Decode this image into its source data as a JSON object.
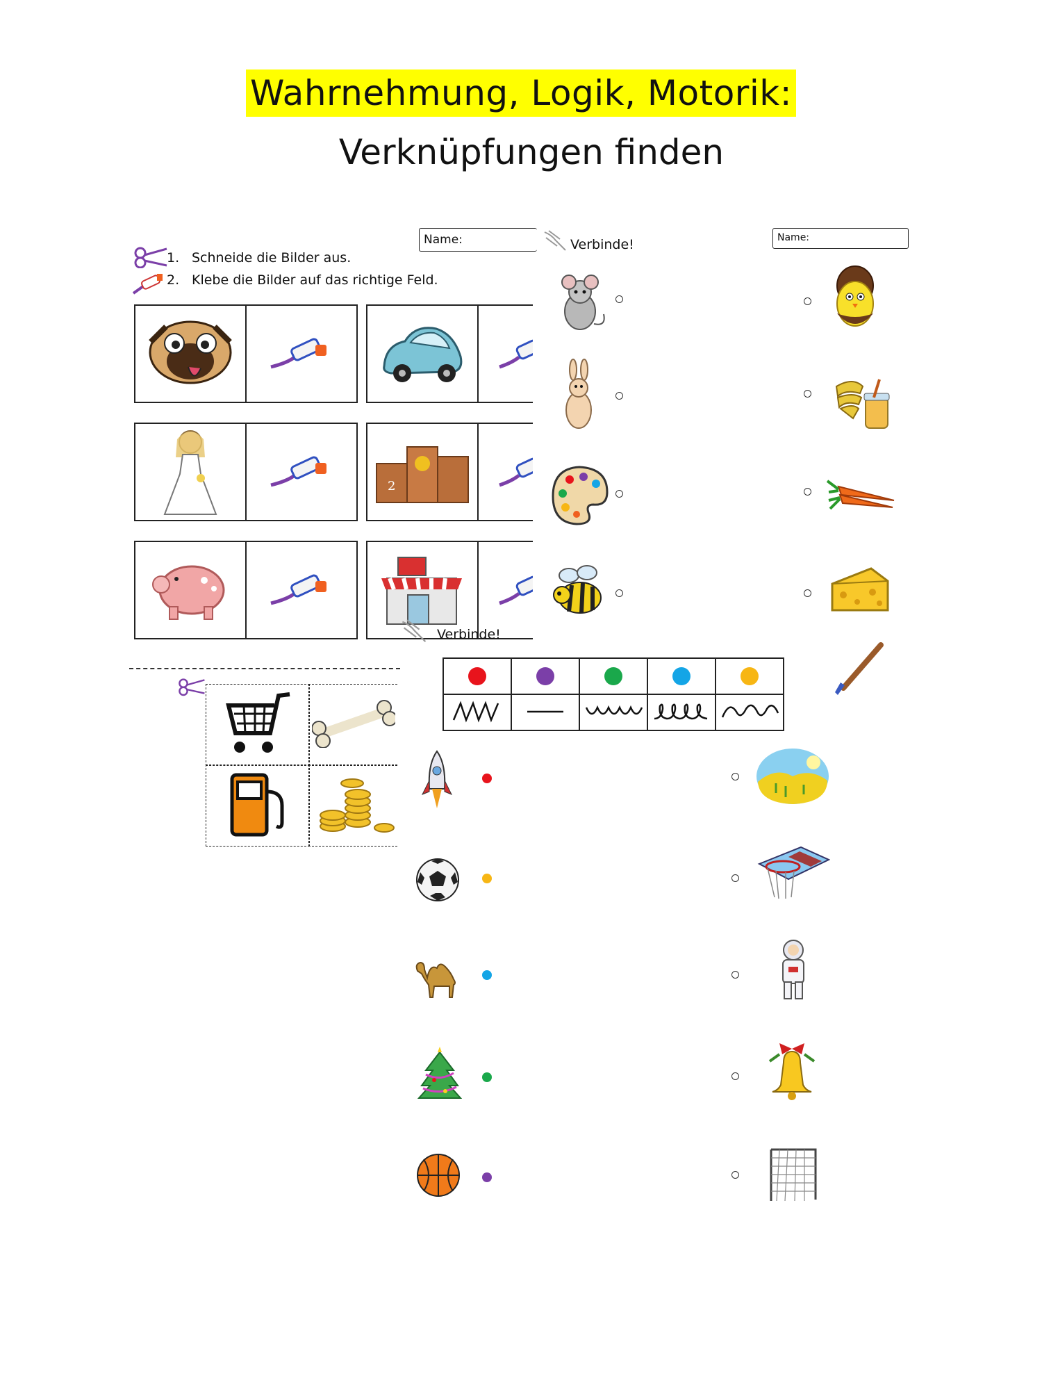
{
  "title": {
    "line1": "Wahrnehmung, Logik, Motorik:",
    "line2": "Verknüpfungen finden"
  },
  "worksheet_cut": {
    "name_label": "Name:",
    "step1_num": "1.",
    "step1": "Schneide die Bilder aus.",
    "step2_num": "2.",
    "step2": "Klebe die Bilder auf das richtige Feld.",
    "rows": [
      [
        "pug-dog-icon",
        "glue-tube-icon",
        "car-icon",
        "glue-tube-icon"
      ],
      [
        "bride-icon",
        "glue-tube-icon",
        "podium-icon",
        "glue-tube-icon"
      ],
      [
        "piggy-bank-icon",
        "glue-tube-icon",
        "shop-icon",
        "glue-tube-icon"
      ]
    ],
    "cutouts": [
      "shopping-cart-icon",
      "bone-icon",
      "fuel-pump-icon",
      "coins-icon"
    ]
  },
  "worksheet_match_animals": {
    "heading": "Verbinde!",
    "name_label": "Name:",
    "left": [
      "mouse-icon",
      "rabbit-icon",
      "palette-icon",
      "bee-icon"
    ],
    "right": [
      "chick-icon",
      "honey-icon",
      "carrots-icon",
      "cheese-icon",
      "brush-icon"
    ]
  },
  "worksheet_match_lines": {
    "heading": "Verbinde!",
    "legend_colors": [
      "#e8141c",
      "#7b3fa8",
      "#1aa84b",
      "#14a5e6",
      "#f7b614"
    ],
    "legend_lines": [
      "zigzag",
      "straight",
      "wave-u",
      "loops",
      "wave-n"
    ],
    "left": [
      {
        "icon": "rocket-icon",
        "dot": "#e8141c"
      },
      {
        "icon": "soccer-ball-icon",
        "dot": "#f7b614"
      },
      {
        "icon": "camel-icon",
        "dot": "#14a5e6"
      },
      {
        "icon": "christmas-tree-icon",
        "dot": "#1aa84b"
      },
      {
        "icon": "basketball-icon",
        "dot": "#7b3fa8"
      }
    ],
    "right": [
      "desert-icon",
      "basketball-hoop-icon",
      "astronaut-icon",
      "bell-icon",
      "goal-icon"
    ]
  }
}
